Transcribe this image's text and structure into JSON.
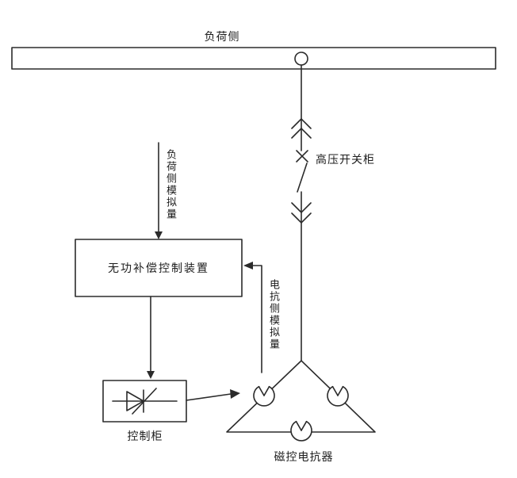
{
  "diagram": {
    "bus_label": "负荷侧",
    "switchgear_label": "高压开关柜",
    "load_analog_label": "负荷侧模拟量",
    "controller_box_label": "无功补偿控制装置",
    "reactor_analog_label": "电抗侧模拟量",
    "cabinet_label": "控制柜",
    "reactor_label": "磁控电抗器"
  },
  "colors": {
    "line": "#2b2b2b",
    "background": "#ffffff"
  }
}
